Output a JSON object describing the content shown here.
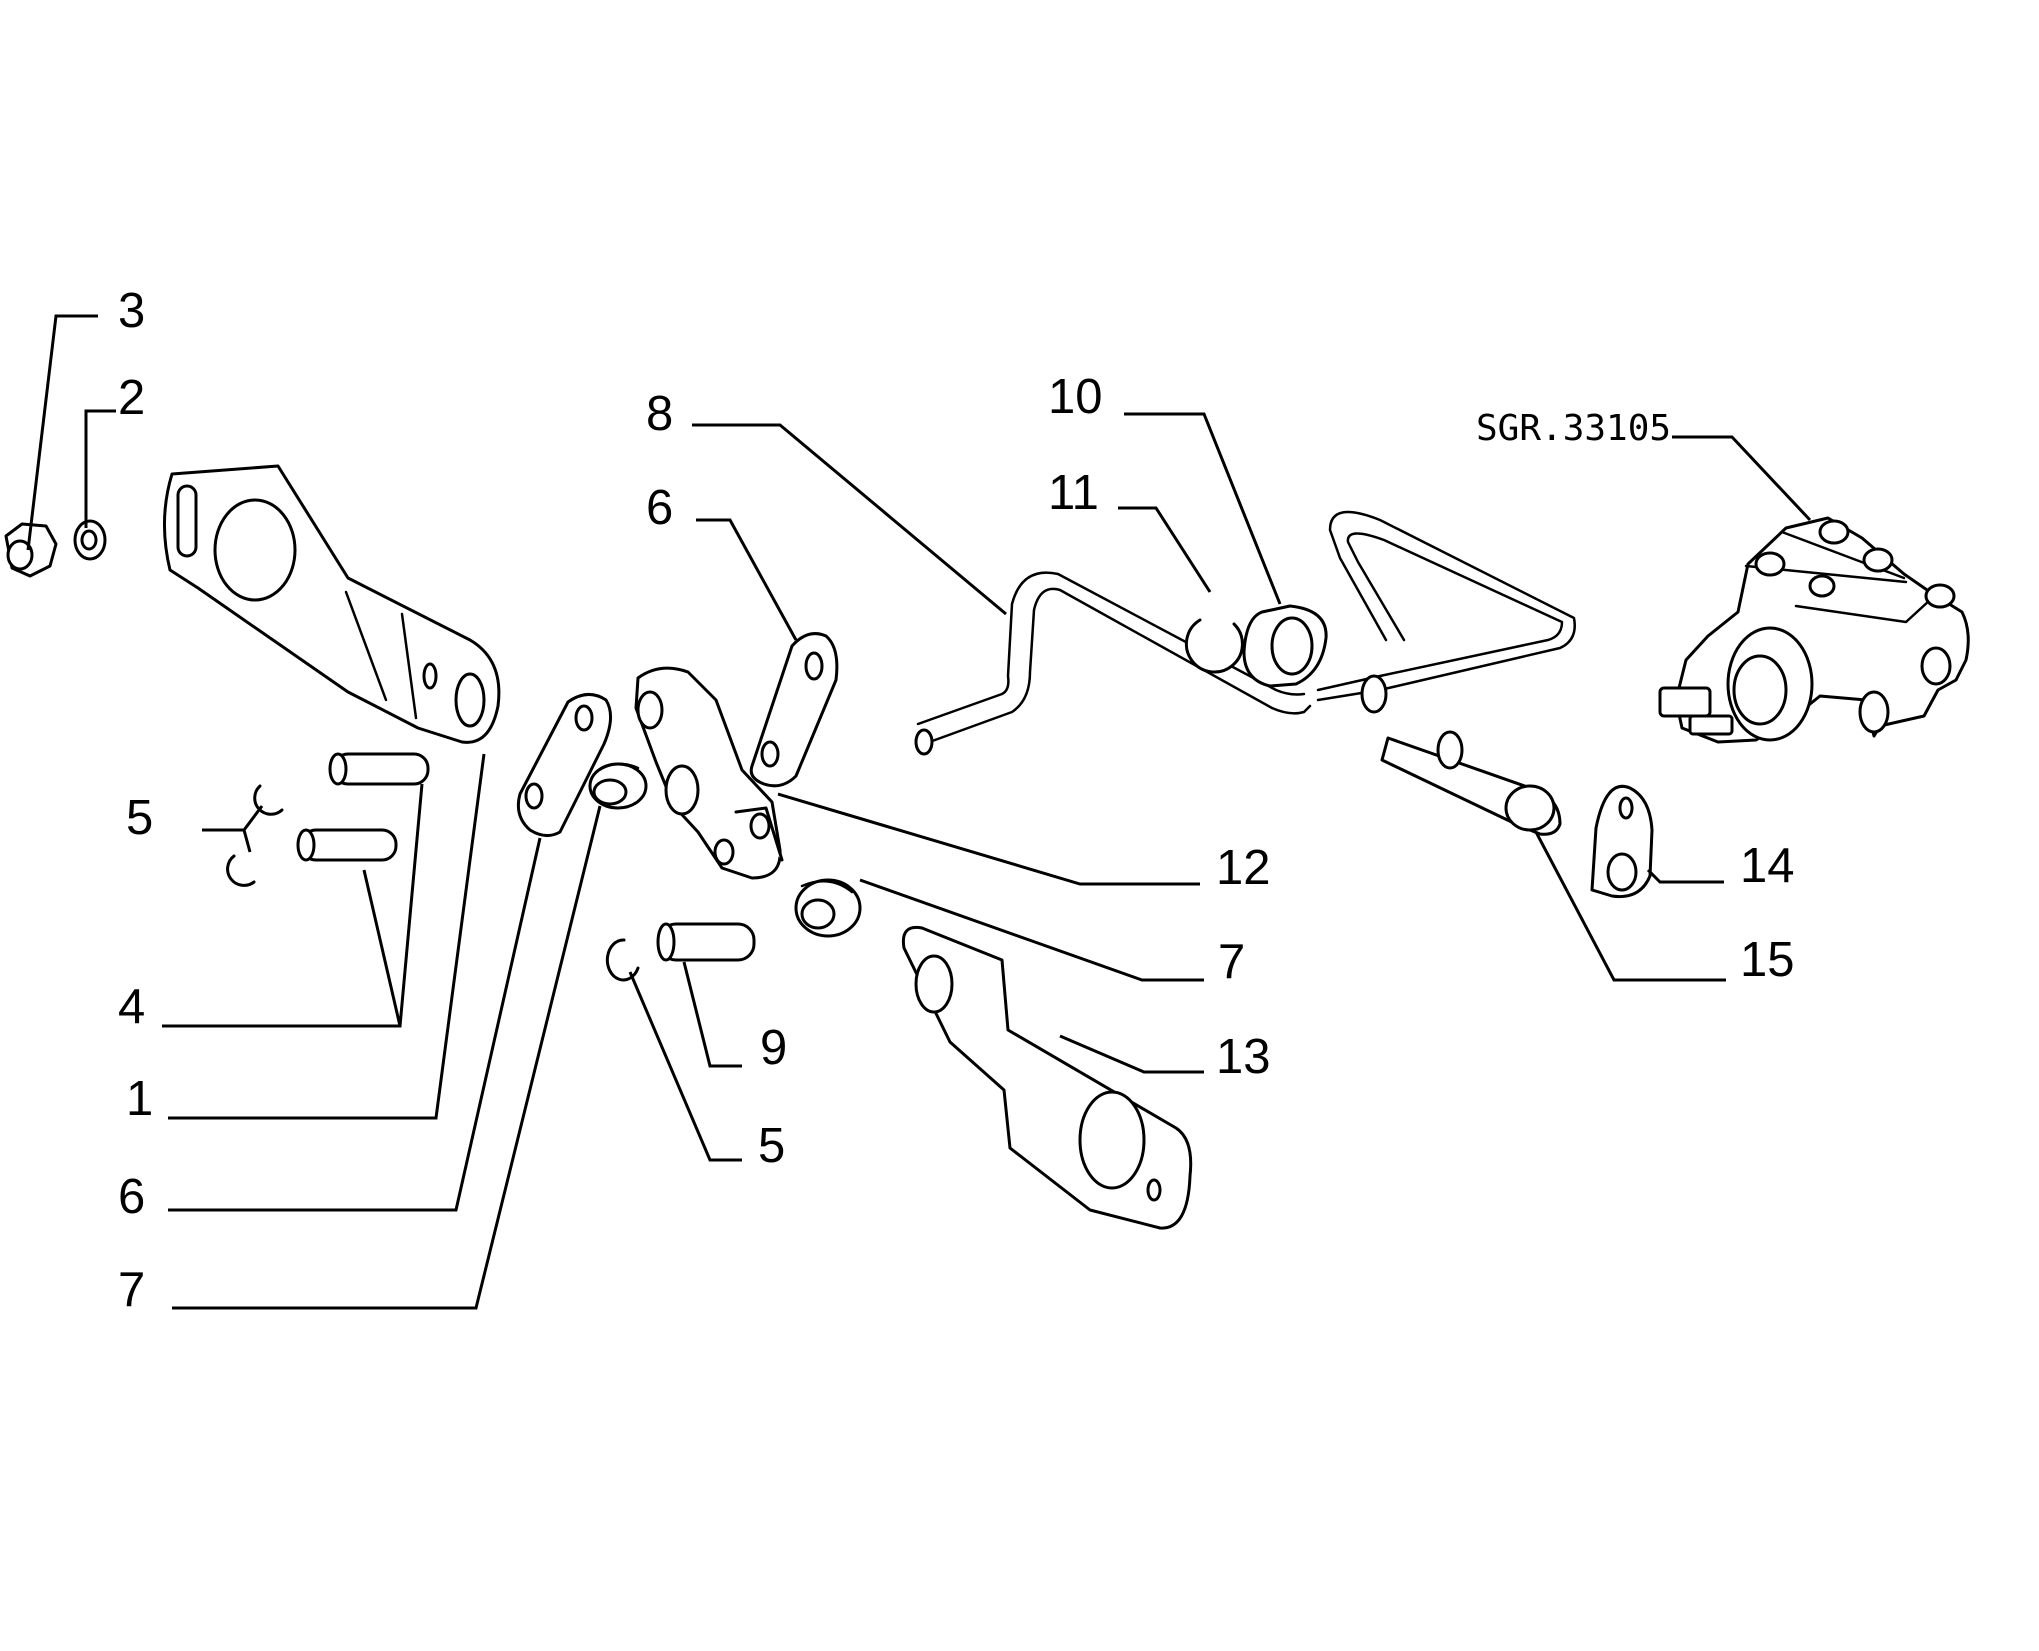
{
  "diagram_reference": "SGR.33105",
  "callouts": [
    {
      "id": "c3",
      "label": "3"
    },
    {
      "id": "c2",
      "label": "2"
    },
    {
      "id": "c8",
      "label": "8"
    },
    {
      "id": "c6a",
      "label": "6"
    },
    {
      "id": "c10",
      "label": "10"
    },
    {
      "id": "c11",
      "label": "11"
    },
    {
      "id": "c5a",
      "label": "5"
    },
    {
      "id": "c4",
      "label": "4"
    },
    {
      "id": "c1",
      "label": "1"
    },
    {
      "id": "c6b",
      "label": "6"
    },
    {
      "id": "c7a",
      "label": "7"
    },
    {
      "id": "c12",
      "label": "12"
    },
    {
      "id": "c7b",
      "label": "7"
    },
    {
      "id": "c9",
      "label": "9"
    },
    {
      "id": "c5b",
      "label": "5"
    },
    {
      "id": "c13",
      "label": "13"
    },
    {
      "id": "c14",
      "label": "14"
    },
    {
      "id": "c15",
      "label": "15"
    }
  ]
}
